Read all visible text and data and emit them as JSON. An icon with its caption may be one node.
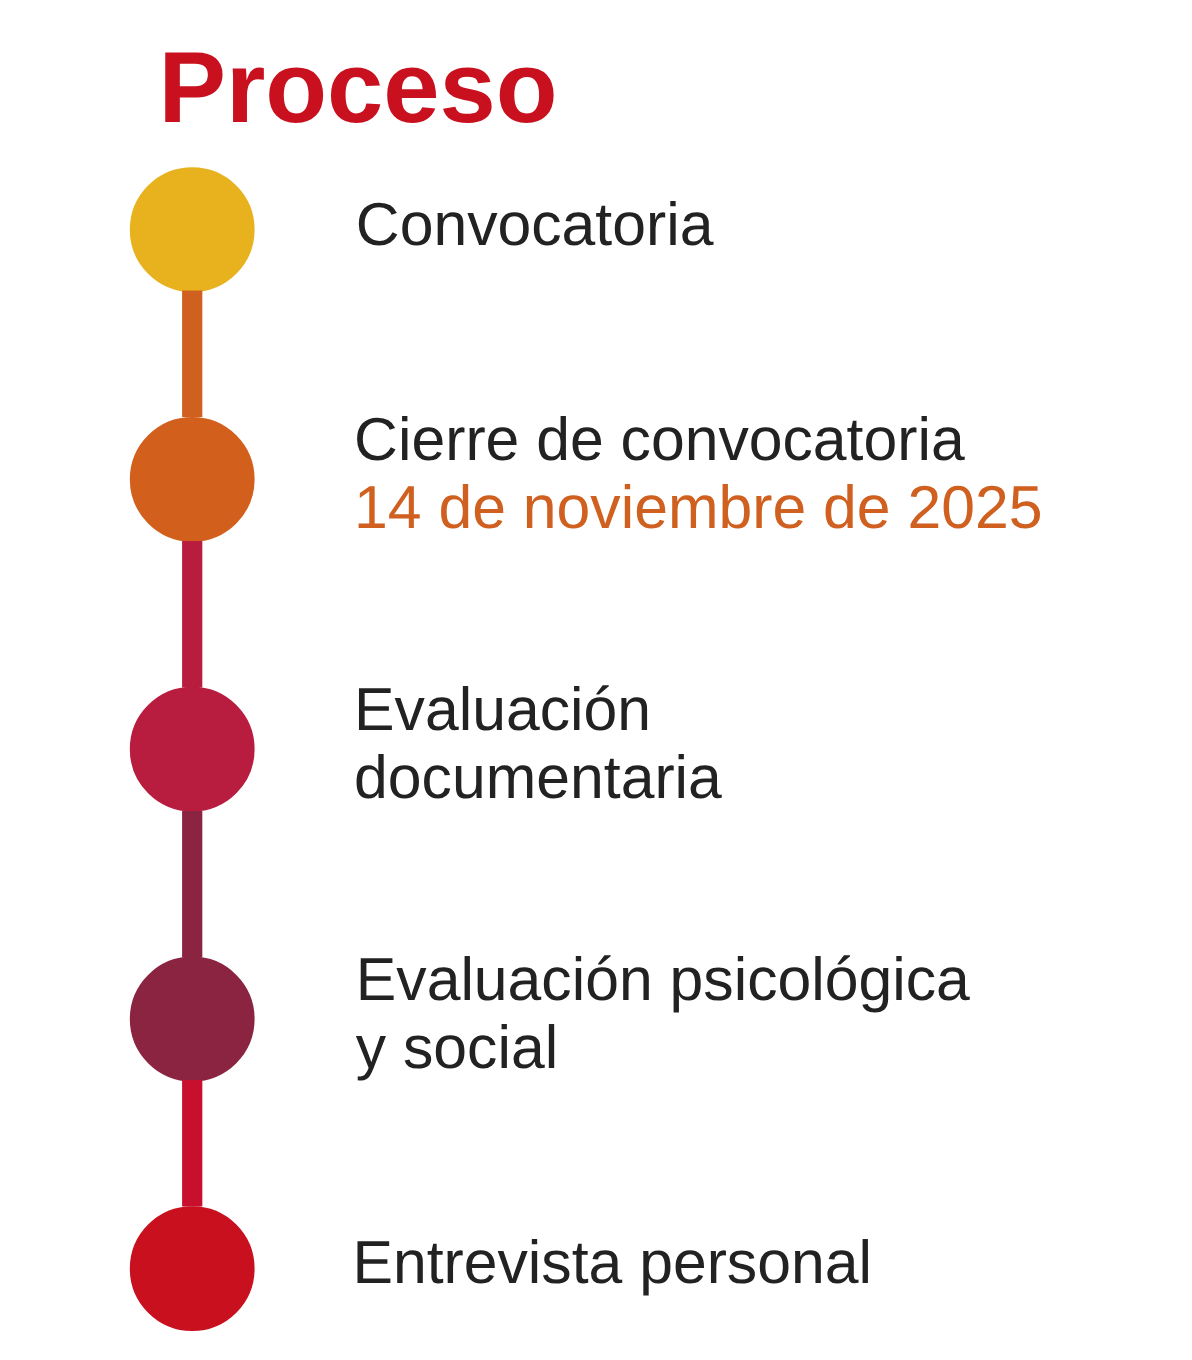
{
  "diagram": {
    "title": "Proceso",
    "nodes": [
      {
        "text": [],
        "shape": "circle",
        "beside": [
          "Convocatoria"
        ]
      },
      {
        "text": [],
        "shape": "circle",
        "beside": [
          "Cierre de convocatoria",
          "14 de noviembre de 2025"
        ]
      },
      {
        "text": [],
        "shape": "circle",
        "beside": [
          "Evaluación documentaria"
        ]
      },
      {
        "text": [],
        "shape": "circle",
        "beside": [
          "Evaluación psicológica y social"
        ]
      },
      {
        "text": [],
        "shape": "circle",
        "beside": [
          "Entrevista personal"
        ]
      }
    ],
    "edges": [
      {
        "from": 0,
        "to": 1,
        "arrow": "none",
        "color": "#d0601f"
      },
      {
        "from": 1,
        "to": 2,
        "arrow": "none",
        "color": "#b81c3e"
      },
      {
        "from": 2,
        "to": 3,
        "arrow": "none",
        "color": "#8b2440"
      },
      {
        "from": 3,
        "to": 4,
        "arrow": "none",
        "color": "#c8102e"
      }
    ]
  }
}
